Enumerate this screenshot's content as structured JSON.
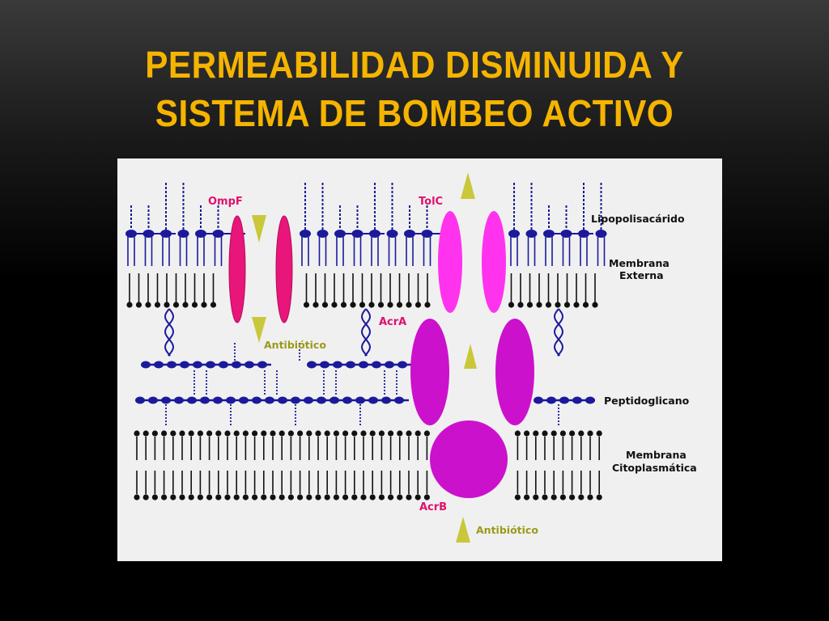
{
  "slide": {
    "title_line1": "PERMEABILIDAD DISMINUIDA Y",
    "title_line2": "SISTEMA DE BOMBEO ACTIVO"
  },
  "diagram": {
    "layer_labels": {
      "lps": "Lipopolisacárido",
      "outer_1": "Membrana",
      "outer_2": "Externa",
      "pg": "Peptidoglicano",
      "inner_1": "Membrana",
      "inner_2": "Citoplasmática"
    },
    "protein_labels": {
      "ompf": "OmpF",
      "tolc": "TolC",
      "acra": "AcrA",
      "acrb": "AcrB"
    },
    "drug_labels": {
      "antibiotic_1": "Antibiótico",
      "antibiotic_2": "Antibiótico"
    }
  },
  "colors": {
    "title": "#f5b400",
    "navy": "#1a1a9a",
    "lipid": "#111111",
    "ompf": "#e8157a",
    "tolc": "#ff33ee",
    "acr": "#cc11cc",
    "antibiotic": "#c8c83a"
  }
}
